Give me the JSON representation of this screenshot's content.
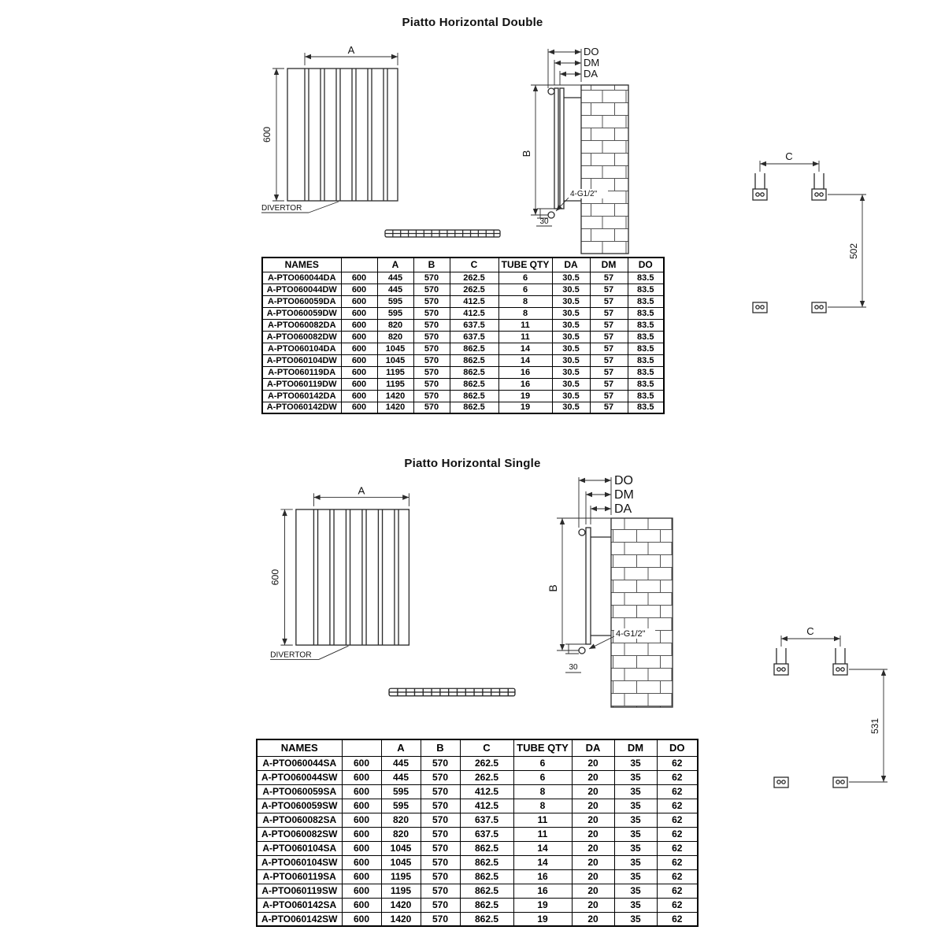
{
  "palette": {
    "ink": "#000000",
    "line": "#2b2b2b",
    "background": "#ffffff"
  },
  "sections": [
    {
      "title": "Piatto Horizontal Double",
      "front_view": {
        "dim_width_label": "A",
        "dim_height_label": "600",
        "divertor_label": "DIVERTOR"
      },
      "side_view": {
        "dim_do_label": "DO",
        "dim_dm_label": "DM",
        "dim_da_label": "DA",
        "dim_b_label": "B",
        "thread_label": "4-G1/2\"",
        "bottom_offset_label": "30"
      },
      "mount_view": {
        "dim_c_label": "C",
        "bracket_spacing_label": "502"
      },
      "table": {
        "headers": [
          "NAMES",
          "",
          "A",
          "B",
          "C",
          "TUBE QTY",
          "DA",
          "DM",
          "DO"
        ],
        "rows": [
          [
            "A-PTO060044DA",
            "600",
            "445",
            "570",
            "262.5",
            "6",
            "30.5",
            "57",
            "83.5"
          ],
          [
            "A-PTO060044DW",
            "600",
            "445",
            "570",
            "262.5",
            "6",
            "30.5",
            "57",
            "83.5"
          ],
          [
            "A-PTO060059DA",
            "600",
            "595",
            "570",
            "412.5",
            "8",
            "30.5",
            "57",
            "83.5"
          ],
          [
            "A-PTO060059DW",
            "600",
            "595",
            "570",
            "412.5",
            "8",
            "30.5",
            "57",
            "83.5"
          ],
          [
            "A-PTO060082DA",
            "600",
            "820",
            "570",
            "637.5",
            "11",
            "30.5",
            "57",
            "83.5"
          ],
          [
            "A-PTO060082DW",
            "600",
            "820",
            "570",
            "637.5",
            "11",
            "30.5",
            "57",
            "83.5"
          ],
          [
            "A-PTO060104DA",
            "600",
            "1045",
            "570",
            "862.5",
            "14",
            "30.5",
            "57",
            "83.5"
          ],
          [
            "A-PTO060104DW",
            "600",
            "1045",
            "570",
            "862.5",
            "14",
            "30.5",
            "57",
            "83.5"
          ],
          [
            "A-PTO060119DA",
            "600",
            "1195",
            "570",
            "862.5",
            "16",
            "30.5",
            "57",
            "83.5"
          ],
          [
            "A-PTO060119DW",
            "600",
            "1195",
            "570",
            "862.5",
            "16",
            "30.5",
            "57",
            "83.5"
          ],
          [
            "A-PTO060142DA",
            "600",
            "1420",
            "570",
            "862.5",
            "19",
            "30.5",
            "57",
            "83.5"
          ],
          [
            "A-PTO060142DW",
            "600",
            "1420",
            "570",
            "862.5",
            "19",
            "30.5",
            "57",
            "83.5"
          ]
        ]
      }
    },
    {
      "title": "Piatto Horizontal Single",
      "front_view": {
        "dim_width_label": "A",
        "dim_height_label": "600",
        "divertor_label": "DIVERTOR"
      },
      "side_view": {
        "dim_do_label": "DO",
        "dim_dm_label": "DM",
        "dim_da_label": "DA",
        "dim_b_label": "B",
        "thread_label": "4-G1/2\"",
        "bottom_offset_label": "30"
      },
      "mount_view": {
        "dim_c_label": "C",
        "bracket_spacing_label": "531"
      },
      "table": {
        "headers": [
          "NAMES",
          "",
          "A",
          "B",
          "C",
          "TUBE QTY",
          "DA",
          "DM",
          "DO"
        ],
        "rows": [
          [
            "A-PTO060044SA",
            "600",
            "445",
            "570",
            "262.5",
            "6",
            "20",
            "35",
            "62"
          ],
          [
            "A-PTO060044SW",
            "600",
            "445",
            "570",
            "262.5",
            "6",
            "20",
            "35",
            "62"
          ],
          [
            "A-PTO060059SA",
            "600",
            "595",
            "570",
            "412.5",
            "8",
            "20",
            "35",
            "62"
          ],
          [
            "A-PTO060059SW",
            "600",
            "595",
            "570",
            "412.5",
            "8",
            "20",
            "35",
            "62"
          ],
          [
            "A-PTO060082SA",
            "600",
            "820",
            "570",
            "637.5",
            "11",
            "20",
            "35",
            "62"
          ],
          [
            "A-PTO060082SW",
            "600",
            "820",
            "570",
            "637.5",
            "11",
            "20",
            "35",
            "62"
          ],
          [
            "A-PTO060104SA",
            "600",
            "1045",
            "570",
            "862.5",
            "14",
            "20",
            "35",
            "62"
          ],
          [
            "A-PTO060104SW",
            "600",
            "1045",
            "570",
            "862.5",
            "14",
            "20",
            "35",
            "62"
          ],
          [
            "A-PTO060119SA",
            "600",
            "1195",
            "570",
            "862.5",
            "16",
            "20",
            "35",
            "62"
          ],
          [
            "A-PTO060119SW",
            "600",
            "1195",
            "570",
            "862.5",
            "16",
            "20",
            "35",
            "62"
          ],
          [
            "A-PTO060142SA",
            "600",
            "1420",
            "570",
            "862.5",
            "19",
            "20",
            "35",
            "62"
          ],
          [
            "A-PTO060142SW",
            "600",
            "1420",
            "570",
            "862.5",
            "19",
            "20",
            "35",
            "62"
          ]
        ]
      }
    }
  ]
}
